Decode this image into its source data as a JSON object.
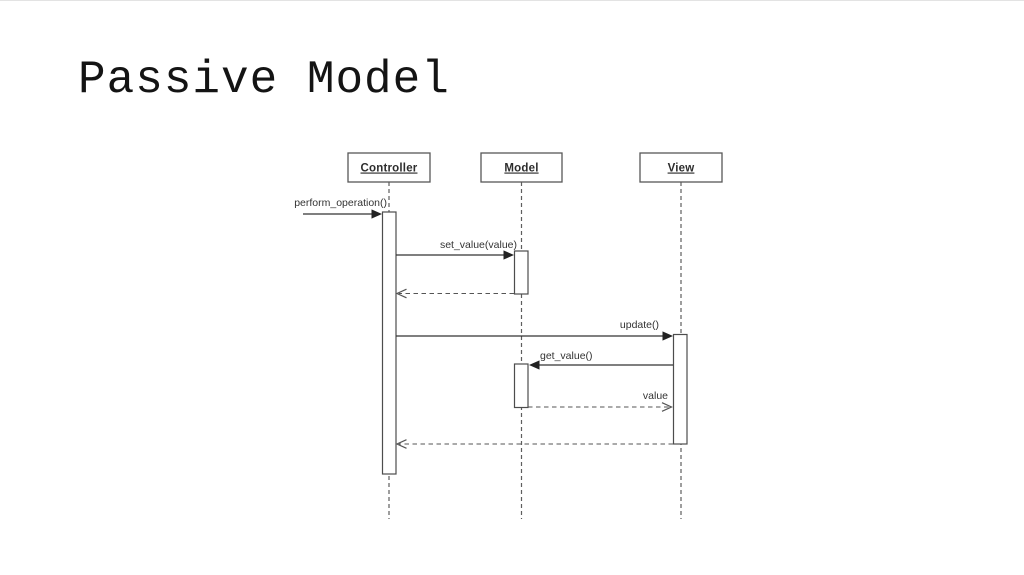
{
  "slide": {
    "title": "Passive Model"
  },
  "diagram": {
    "type": "uml-sequence",
    "actors": [
      {
        "name": "Controller"
      },
      {
        "name": "Model"
      },
      {
        "name": "View"
      }
    ],
    "messages": [
      {
        "label": "perform_operation()",
        "from": "external",
        "to": "Controller",
        "style": "solid"
      },
      {
        "label": "set_value(value)",
        "from": "Controller",
        "to": "Model",
        "style": "solid"
      },
      {
        "label": "",
        "from": "Model",
        "to": "Controller",
        "style": "dashed-return"
      },
      {
        "label": "update()",
        "from": "Controller",
        "to": "View",
        "style": "solid"
      },
      {
        "label": "get_value()",
        "from": "View",
        "to": "Model",
        "style": "solid"
      },
      {
        "label": "value",
        "from": "Model",
        "to": "View",
        "style": "dashed-return"
      },
      {
        "label": "",
        "from": "View",
        "to": "Controller",
        "style": "dashed-return"
      }
    ],
    "colors": {
      "background": "#ffffff",
      "line": "#333333",
      "dashed_line": "#555555",
      "box_border": "#585858",
      "text": "#2d2d2d",
      "title_text": "#141414"
    }
  }
}
